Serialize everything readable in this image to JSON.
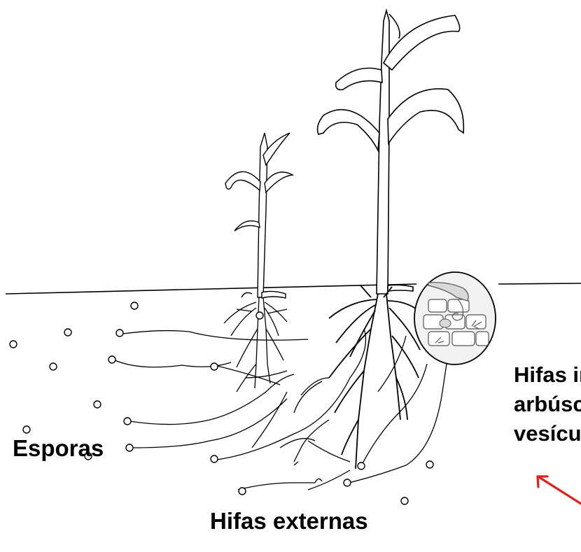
{
  "labels": {
    "spores": "Esporas",
    "external_hyphae": "Hifas externas",
    "internal_lines": [
      "Hifas in",
      "arbúsc",
      "vesícul"
    ]
  },
  "colors": {
    "ink": "#000000",
    "arrow": "#e0201b",
    "cell_fill": "#d9d9d9",
    "inset_bg": "#f2f2f2"
  },
  "icons": {
    "inset": "root-cell-magnifier-icon",
    "arrow": "pointer-arrow-icon"
  }
}
